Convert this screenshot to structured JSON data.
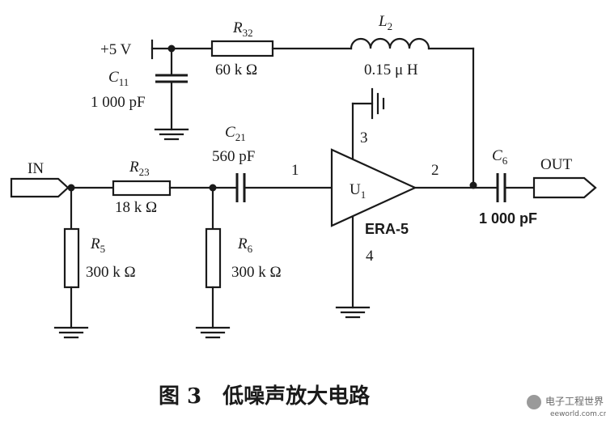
{
  "supply": {
    "label": "+5 V"
  },
  "components": {
    "r32": {
      "ref": "R",
      "sub": "32",
      "value": "60 k Ω"
    },
    "l2": {
      "ref": "L",
      "sub": "2",
      "value": "0.15 μ H"
    },
    "c11": {
      "ref": "C",
      "sub": "11",
      "value": "1 000 pF"
    },
    "c21": {
      "ref": "C",
      "sub": "21",
      "value": "560 pF"
    },
    "r23": {
      "ref": "R",
      "sub": "23",
      "value": "18 k Ω"
    },
    "r5": {
      "ref": "R",
      "sub": "5",
      "value": "300 k Ω"
    },
    "r6": {
      "ref": "R",
      "sub": "6",
      "value": "300 k Ω"
    },
    "c6": {
      "ref": "C",
      "sub": "6",
      "value": "1 000 pF"
    },
    "u1": {
      "ref": "U",
      "sub": "1",
      "part": "ERA-5"
    }
  },
  "pins": {
    "p1": "1",
    "p2": "2",
    "p3": "3",
    "p4": "4"
  },
  "ports": {
    "in": "IN",
    "out": "OUT"
  },
  "caption": "图 3　低噪声放大电路",
  "watermark": {
    "title": "电子工程世界",
    "url": "eeworld.com.cn"
  }
}
